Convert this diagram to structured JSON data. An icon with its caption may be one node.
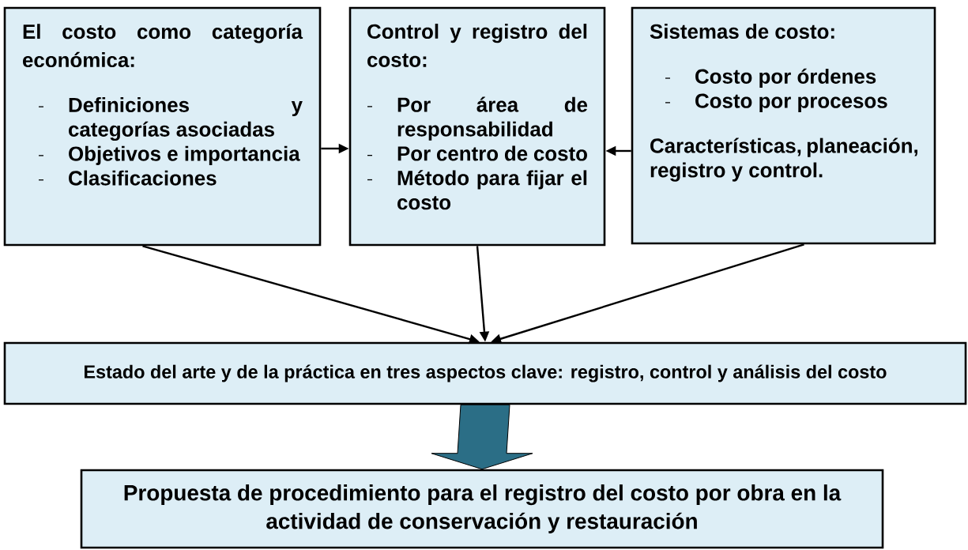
{
  "diagram": {
    "nodes": [
      {
        "text": [
          "El costo como categoría económica:",
          "Definiciones y categorías asociadas",
          "Objetivos e importancia",
          "Clasificaciones"
        ]
      },
      {
        "text": [
          "Control y registro del costo:",
          "Por área de responsabilidad",
          "Por centro de costo",
          "Método para fijar el costo"
        ]
      },
      {
        "text": [
          "Sistemas de costo:",
          "Costo por órdenes",
          "Costo por procesos",
          "Características, planeación, registro y control."
        ]
      },
      {
        "text": [
          "Estado del arte y de la práctica en tres aspectos clave: registro, control y análisis del costo"
        ]
      },
      {
        "text": [
          "Propuesta de procedimiento para el registro del costo por obra en la actividad de conservación y restauración"
        ]
      }
    ],
    "edges": [
      {
        "from": 0,
        "to": 1,
        "arrow": "to"
      },
      {
        "from": 2,
        "to": 1,
        "arrow": "to"
      },
      {
        "from": 0,
        "to": 3,
        "arrow": "to"
      },
      {
        "from": 1,
        "to": 3,
        "arrow": "to"
      },
      {
        "from": 2,
        "to": 3,
        "arrow": "to"
      },
      {
        "from": 3,
        "to": 4,
        "arrow": "to",
        "style": "thick",
        "color": "#2b6e86"
      }
    ]
  }
}
